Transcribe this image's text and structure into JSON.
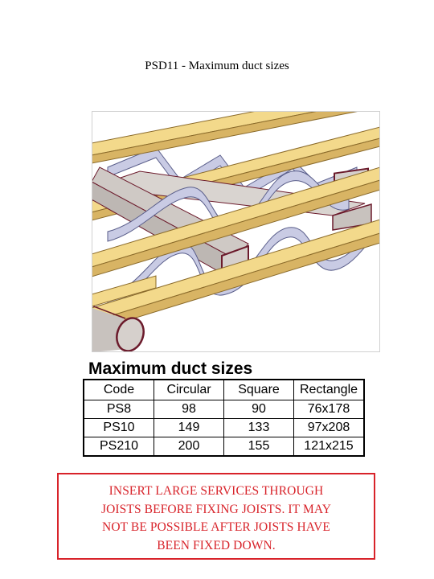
{
  "title": "PSD11 - Maximum duct sizes",
  "table": {
    "heading": "Maximum duct sizes",
    "columns": [
      "Code",
      "Circular",
      "Square",
      "Rectangle"
    ],
    "rows": [
      [
        "PS8",
        "98",
        "90",
        "76x178"
      ],
      [
        "PS10",
        "149",
        "133",
        "97x208"
      ],
      [
        "PS210",
        "200",
        "155",
        "121x215"
      ]
    ]
  },
  "warning": {
    "text": "INSERT LARGE SERVICES THROUGH\nJOISTS BEFORE FIXING JOISTS. IT MAY\nNOT BE POSSIBLE AFTER JOISTS HAVE\nBEEN FIXED DOWN.",
    "color": "#d8232a"
  },
  "colors": {
    "timber": "#f3d98b",
    "timber_shade": "#d8b464",
    "web": "#c9cbe4",
    "duct": "#c8c2be",
    "duct_outline": "#6b1a2b"
  }
}
